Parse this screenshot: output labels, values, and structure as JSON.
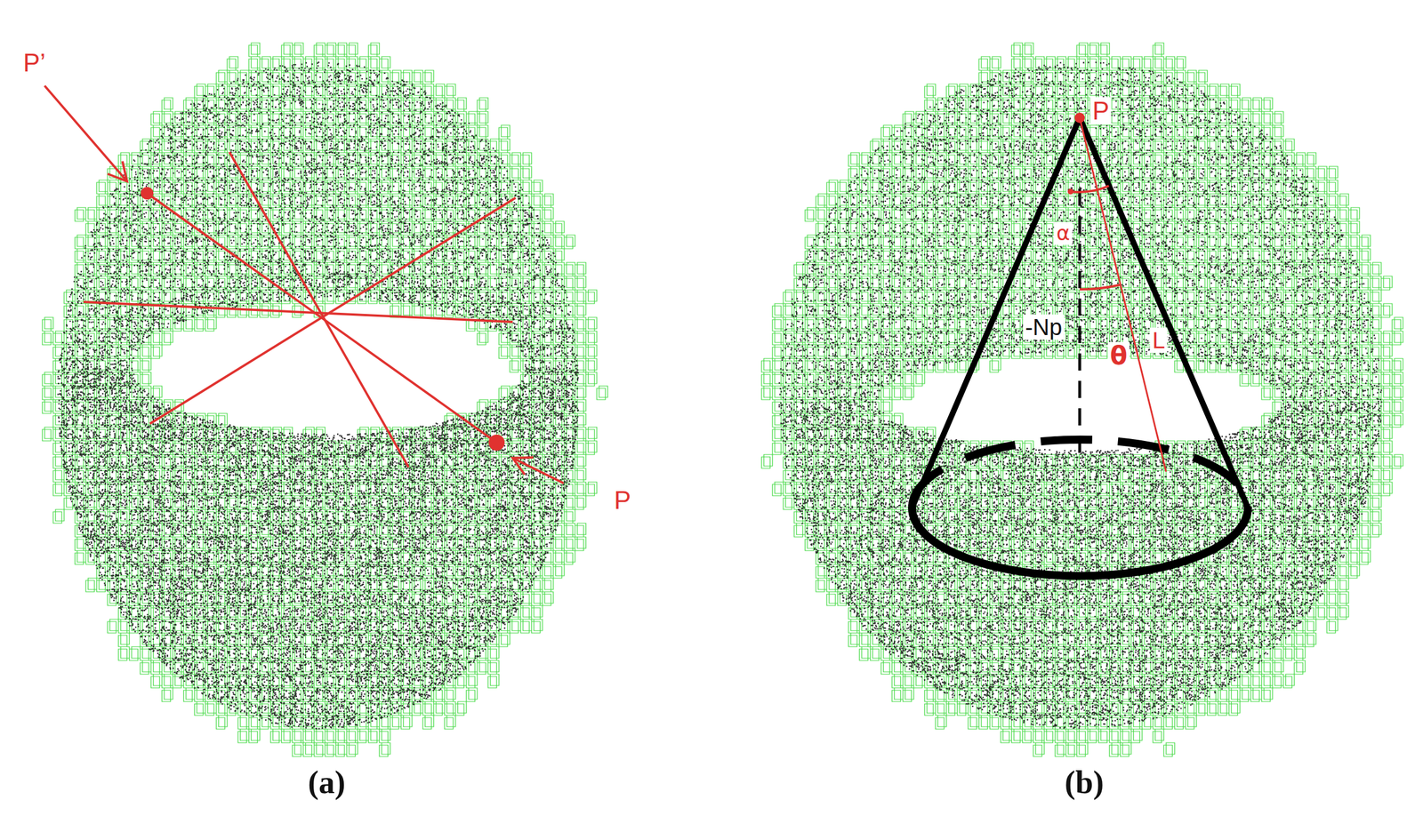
{
  "diagram": {
    "labels": [
      "P’",
      "P",
      "(a)",
      "P",
      "α",
      "-Np",
      "θ",
      "L",
      "(b)"
    ]
  }
}
